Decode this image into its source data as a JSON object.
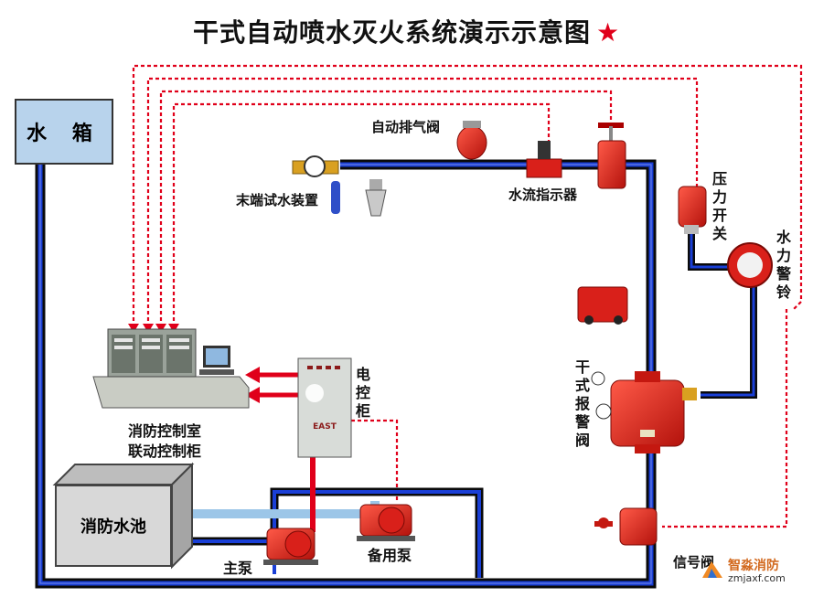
{
  "title": "干式自动喷水灭火系统演示示意图",
  "title_star": "★",
  "labels": {
    "water_tank": "水 箱",
    "auto_vent_valve": "自动排气阀",
    "end_test_device": "末端试水装置",
    "flow_indicator": "水流指示器",
    "pressure_switch": "压力开关",
    "water_alarm_bell": "水力警铃",
    "dry_alarm_valve": "干式报警阀",
    "electric_cabinet": "电控柜",
    "control_room_line1": "消防控制室",
    "control_room_line2": "联动控制柜",
    "fire_pool": "消防水池",
    "main_pump": "主泵",
    "standby_pump": "备用泵",
    "signal_valve": "信号阀"
  },
  "cabinet_brand": "EAST",
  "watermark": {
    "name": "智淼消防",
    "site": "zmjaxf.com"
  },
  "colors": {
    "pipe_blue": "#1a3fd6",
    "pipe_light": "#a9d3f2",
    "signal_red": "#e0001a",
    "equipment_red": "#d9201a"
  }
}
